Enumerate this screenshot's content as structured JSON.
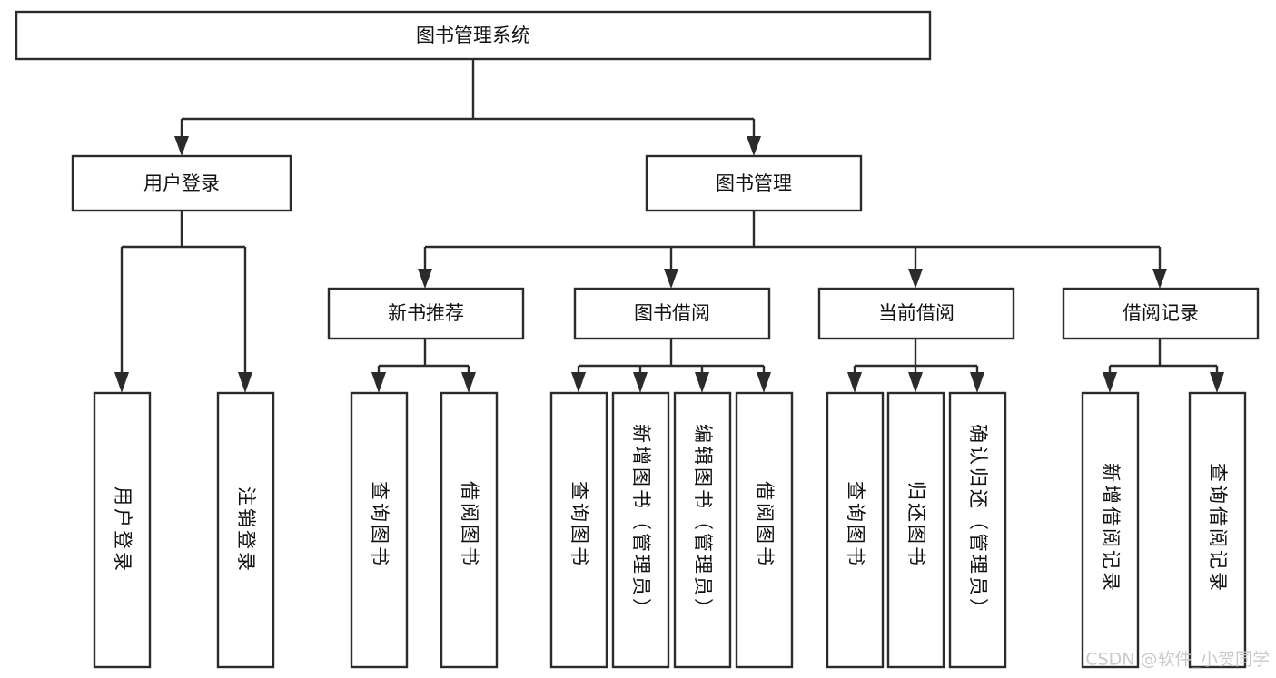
{
  "diagram": {
    "title": "图书管理系统",
    "type": "functional-structure-tree",
    "background_color": "#ffffff",
    "line_color": "#2b2b2b",
    "text_color": "#111111",
    "watermark": "CSDN @软件_小贺同学",
    "watermark_color": "#c9c9c9",
    "levels": [
      {
        "level": 1,
        "nodes": [
          {
            "id": "root",
            "label": "图书管理系统",
            "orientation": "horizontal"
          }
        ]
      },
      {
        "level": 2,
        "nodes": [
          {
            "id": "user-login",
            "label": "用户登录",
            "orientation": "horizontal"
          },
          {
            "id": "book-manage",
            "label": "图书管理",
            "orientation": "horizontal"
          }
        ]
      },
      {
        "level": 3,
        "nodes": [
          {
            "id": "new-book-rec",
            "label": "新书推荐",
            "orientation": "horizontal"
          },
          {
            "id": "book-borrow",
            "label": "图书借阅",
            "orientation": "horizontal"
          },
          {
            "id": "current-borrow",
            "label": "当前借阅",
            "orientation": "horizontal"
          },
          {
            "id": "borrow-record",
            "label": "借阅记录",
            "orientation": "horizontal"
          }
        ]
      },
      {
        "level": 4,
        "nodes": [
          {
            "id": "leaf-user-login",
            "label": "用户登录",
            "orientation": "vertical",
            "parent": "user-login"
          },
          {
            "id": "leaf-user-logout",
            "label": "注销登录",
            "orientation": "vertical",
            "parent": "user-login"
          },
          {
            "id": "leaf-query-book-1",
            "label": "查询图书",
            "orientation": "vertical",
            "parent": "new-book-rec"
          },
          {
            "id": "leaf-borrow-book-1",
            "label": "借阅图书",
            "orientation": "vertical",
            "parent": "new-book-rec"
          },
          {
            "id": "leaf-query-book-2",
            "label": "查询图书",
            "orientation": "vertical",
            "parent": "book-borrow"
          },
          {
            "id": "leaf-add-book",
            "label": "新增图书（管理员）",
            "orientation": "vertical",
            "parent": "book-borrow"
          },
          {
            "id": "leaf-edit-book",
            "label": "编辑图书（管理员）",
            "orientation": "vertical",
            "parent": "book-borrow"
          },
          {
            "id": "leaf-borrow-book-2",
            "label": "借阅图书",
            "orientation": "vertical",
            "parent": "book-borrow"
          },
          {
            "id": "leaf-query-book-3",
            "label": "查询图书",
            "orientation": "vertical",
            "parent": "current-borrow"
          },
          {
            "id": "leaf-return-book",
            "label": "归还图书",
            "orientation": "vertical",
            "parent": "current-borrow"
          },
          {
            "id": "leaf-confirm-return",
            "label": "确认归还（管理员）",
            "orientation": "vertical",
            "parent": "current-borrow"
          },
          {
            "id": "leaf-add-record",
            "label": "新增借阅记录",
            "orientation": "vertical",
            "parent": "borrow-record"
          },
          {
            "id": "leaf-query-record",
            "label": "查询借阅记录",
            "orientation": "vertical",
            "parent": "borrow-record"
          }
        ]
      }
    ]
  }
}
